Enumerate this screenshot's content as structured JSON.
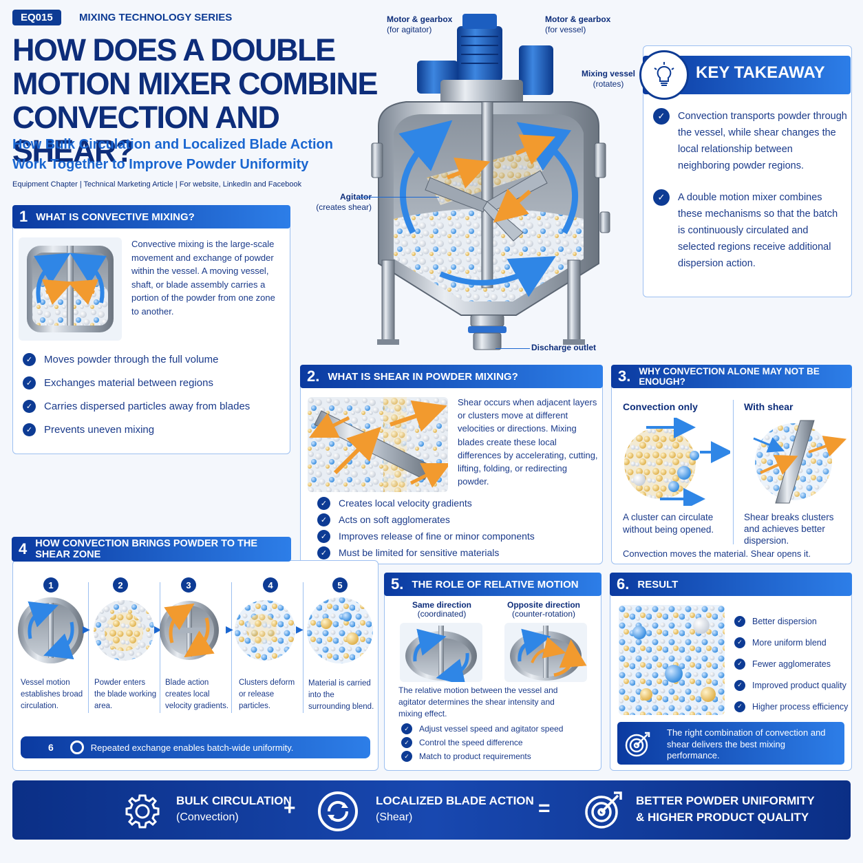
{
  "header": {
    "tag": "EQ015",
    "series": "MIXING TECHNOLOGY SERIES",
    "title": "HOW DOES A DOUBLE MOTION MIXER COMBINE CONVECTION AND SHEAR?",
    "subtitle": "How Bulk Circulation and Localized Blade Action Work Together to Improve Powder Uniformity",
    "meta": "Equipment Chapter  |  Technical Marketing Article  |  For website, LinkedIn and Facebook"
  },
  "hero": {
    "callout_motor_agitator": {
      "title": "Motor & gearbox",
      "sub": "(for agitator)"
    },
    "callout_motor_vessel": {
      "title": "Motor & gearbox",
      "sub": "(for vessel)"
    },
    "callout_vessel": {
      "title": "Mixing vessel",
      "sub": "(rotates)"
    },
    "callout_agitator": {
      "title": "Agitator",
      "sub": "(creates shear)"
    },
    "callout_outlet": {
      "title": "Discharge outlet"
    }
  },
  "takeaway": {
    "heading": "KEY TAKEAWAY",
    "items": [
      "Convection transports powder through the vessel, while shear changes the local relationship between neighboring powder regions.",
      "A double motion mixer combines these mechanisms so that the batch is continuously circulated and selected regions receive additional dispersion action."
    ]
  },
  "s1": {
    "num": "1",
    "heading": "WHAT IS CONVECTIVE MIXING?",
    "text": "Convective mixing is the large-scale movement and exchange of powder within the vessel. A moving vessel, shaft, or blade assembly carries a portion of the powder from one zone to another.",
    "checks": [
      "Moves powder through the full volume",
      "Exchanges material between regions",
      "Carries dispersed particles away from blades",
      "Prevents uneven mixing"
    ]
  },
  "s2": {
    "num": "2.",
    "heading": "WHAT IS SHEAR IN POWDER MIXING?",
    "text": "Shear occurs when adjacent layers or clusters move at different velocities or directions. Mixing blades create these local differences by accelerating, cutting, lifting, folding, or redirecting powder.",
    "checks": [
      "Creates local velocity gradients",
      "Acts on soft agglomerates",
      "Improves release of fine or minor components",
      "Must be limited for sensitive materials"
    ]
  },
  "s3": {
    "num": "3.",
    "heading": "WHY CONVECTION ALONE MAY NOT BE ENOUGH?",
    "left_title": "Convection only",
    "right_title": "With shear",
    "left_cap": "A cluster can circulate without being opened.",
    "right_cap": "Shear breaks clusters and achieves better dispersion.",
    "footer": "Convection moves the material. Shear opens it."
  },
  "s4": {
    "num": "4",
    "heading": "HOW CONVECTION BRINGS POWDER TO THE SHEAR ZONE",
    "steps": [
      {
        "n": "1",
        "cap": "Vessel motion establishes broad circulation."
      },
      {
        "n": "2",
        "cap": "Powder enters the blade working area."
      },
      {
        "n": "3",
        "cap": "Blade action creates local velocity gradients."
      },
      {
        "n": "4",
        "cap": "Clusters deform or release particles."
      },
      {
        "n": "5",
        "cap": "Material is carried into the surrounding blend."
      }
    ],
    "bar": {
      "n": "6",
      "text": "Repeated exchange enables batch-wide uniformity."
    }
  },
  "s5": {
    "num": "5.",
    "heading": "THE ROLE OF RELATIVE MOTION",
    "left": {
      "title": "Same direction",
      "sub": "(coordinated)"
    },
    "right": {
      "title": "Opposite direction",
      "sub": "(counter-rotation)"
    },
    "text": "The relative motion between the vessel and agitator determines the shear intensity and mixing effect.",
    "checks": [
      "Adjust vessel speed and agitator speed",
      "Control the speed difference",
      "Match to product requirements"
    ]
  },
  "s6": {
    "num": "6.",
    "heading": "RESULT",
    "checks": [
      "Better dispersion",
      "More uniform blend",
      "Fewer agglomerates",
      "Improved product quality",
      "Higher process efficiency"
    ],
    "box": "The right combination of convection and shear delivers the best mixing performance."
  },
  "banner": {
    "a_title": "BULK CIRCULATION",
    "a_sub": "(Convection)",
    "plus": "+",
    "b_title": "LOCALIZED BLADE ACTION",
    "b_sub": "(Shear)",
    "equals": "=",
    "c_line1": "BETTER POWDER UNIFORMITY",
    "c_line2": "& HIGHER PRODUCT QUALITY"
  },
  "colors": {
    "navy": "#0d2d7a",
    "accent": "#1a66d0",
    "orange": "#f2a23a",
    "powder_yellow": "#e8c067"
  }
}
